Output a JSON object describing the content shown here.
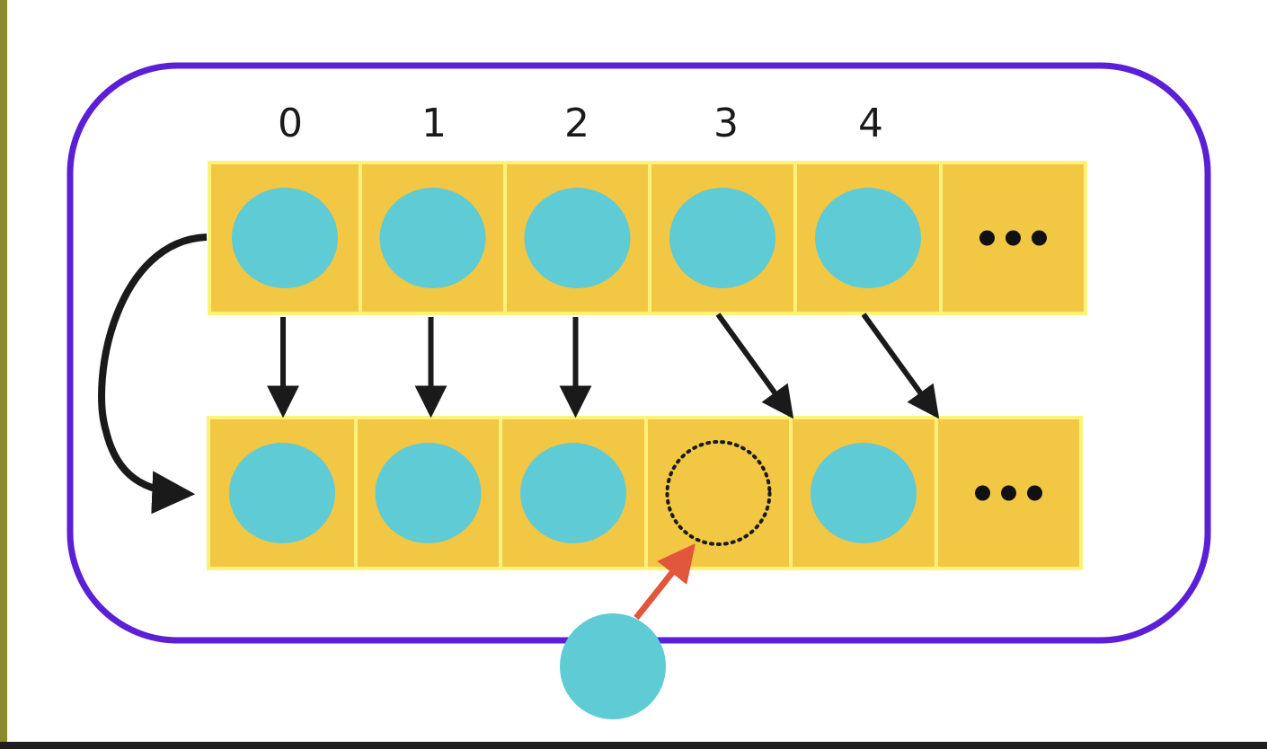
{
  "diagram": {
    "index_labels": [
      "0",
      "1",
      "2",
      "3",
      "4"
    ],
    "top_row": {
      "cells": [
        "filled",
        "filled",
        "filled",
        "filled",
        "filled",
        "ellipsis"
      ]
    },
    "bottom_row": {
      "cells": [
        "filled",
        "filled",
        "filled",
        "empty-dotted",
        "filled",
        "ellipsis"
      ]
    },
    "arrows": {
      "copy_arrows": [
        {
          "from": 0,
          "to": 0
        },
        {
          "from": 1,
          "to": 1
        },
        {
          "from": 2,
          "to": 2
        },
        {
          "from": 3,
          "to": 4
        },
        {
          "from": 4,
          "to": 5
        }
      ],
      "insert_target_index": 3
    },
    "colors": {
      "container_border": "#5b1fd6",
      "cell_fill": "#f2c744",
      "cell_border": "#fff27a",
      "ball_fill": "#5fcbd4",
      "arrow": "#1a1a1a",
      "insert_arrow": "#e2563b",
      "left_stripe": "#8c8a2a"
    }
  }
}
